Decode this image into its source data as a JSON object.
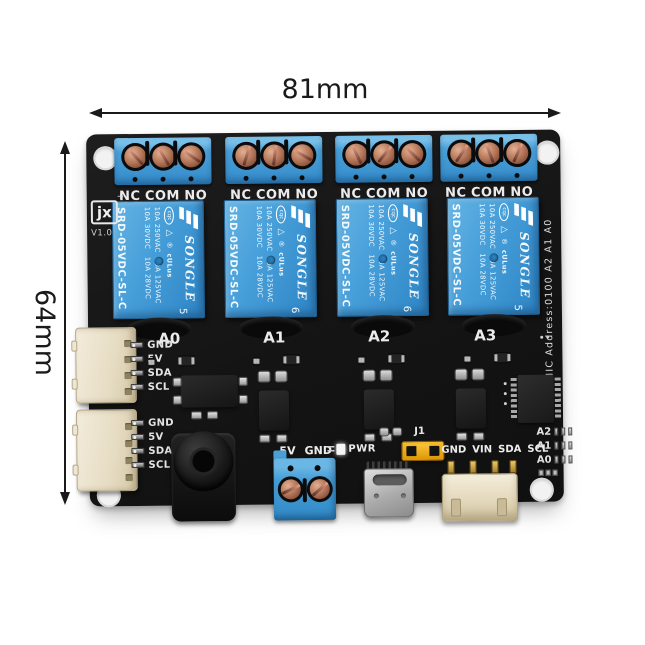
{
  "annotations": {
    "width_label": "81mm",
    "height_label": "64mm"
  },
  "board": {
    "brand": "jx",
    "version": "V1.0",
    "plus_mark": "+",
    "iic_address_label": "IIC Address:0100 A2 A1 A0",
    "terminal_labels": {
      "nc": "NC",
      "com": "COM",
      "no": "NO"
    },
    "channels": [
      {
        "name": "A0",
        "relay_stamp": "5"
      },
      {
        "name": "A1",
        "relay_stamp": "6"
      },
      {
        "name": "A2",
        "relay_stamp": "6"
      },
      {
        "name": "A3",
        "relay_stamp": "5"
      }
    ],
    "relay": {
      "brand": "SONGLE",
      "model": "SRD-05VDC-SL-C",
      "rating_top": "10A 250VAC  10A 125VAC",
      "rating_bottom": "10A 30VDC   10A 28VDC",
      "cert_cqc": "cqc",
      "cert_triangle": "△",
      "cert_reg": "®",
      "cert_ul": "cULus"
    },
    "left_headers": [
      {
        "pins": [
          "GND",
          "5V",
          "SDA",
          "SCL"
        ]
      },
      {
        "pins": [
          "GND",
          "5V",
          "SDA",
          "SCL"
        ]
      }
    ],
    "right_jumpers": [
      "A2",
      "A1",
      "A0"
    ],
    "bottom": {
      "power_terminal_labels": [
        "5V",
        "GND"
      ],
      "pwr_label": "PWR",
      "jumper_label": "J1",
      "iic_pin_labels": [
        "GND",
        "VIN",
        "SDA",
        "SCL"
      ]
    }
  },
  "colors": {
    "pcb_black": "#161616",
    "relay_blue": "#459dd8",
    "terminal_blue": "#3c93cf",
    "jumper_yellow": "#f0b01e",
    "connector_cream": "#eae1cc",
    "silkscreen_white": "#ececec",
    "annotation_black": "#1a1a1a"
  }
}
